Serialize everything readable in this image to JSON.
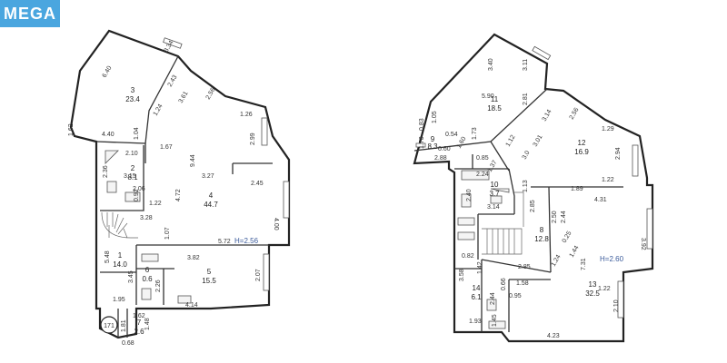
{
  "logo": {
    "text": "MEGA",
    "color": "#4aa6df"
  },
  "left_plan": {
    "rooms": [
      {
        "number": "1",
        "area": "14.0"
      },
      {
        "number": "2",
        "area": "8.1"
      },
      {
        "number": "3",
        "area": "23.4"
      },
      {
        "number": "4",
        "area": "44.7"
      },
      {
        "number": "5",
        "area": "15.5"
      },
      {
        "number": "6",
        "area": "0.6"
      },
      {
        "number": "7",
        "area": "2.6"
      }
    ],
    "height": "H=2.56",
    "marker": "171",
    "dimensions": [
      "6.40",
      "3.34",
      "2.43",
      "3.61",
      "2.56",
      "1.26",
      "2.99",
      "1.62",
      "4.40",
      "1.04",
      "1.24",
      "1.67",
      "9.44",
      "3.27",
      "2.10",
      "2.36",
      "3.15",
      "2.06",
      "0.92",
      "1.22",
      "3.28",
      "4.72",
      "2.45",
      "4.00",
      "1.07",
      "5.72",
      "5.48",
      "3.82",
      "3.45",
      "2.26",
      "2.07",
      "1.95",
      "4.14",
      "1.62",
      "1.81",
      "1.48",
      "0.68"
    ]
  },
  "right_plan": {
    "rooms": [
      {
        "number": "8",
        "area": "12.8"
      },
      {
        "number": "9",
        "area": "8.3"
      },
      {
        "number": "10",
        "area": "3.7"
      },
      {
        "number": "11",
        "area": "18.5"
      },
      {
        "number": "12",
        "area": "16.9"
      },
      {
        "number": "13",
        "area": "32.5"
      },
      {
        "number": "14",
        "area": "6.1"
      }
    ],
    "height": "H=2.60",
    "dimensions": [
      "3.40",
      "3.11",
      "5.90",
      "2.81",
      "2.56",
      "3.14",
      "1.29",
      "2.94",
      "0.83",
      "1.05",
      "0.54",
      "1.73",
      "1.12",
      "3.01",
      "3.0",
      "1.70",
      "0.60",
      "1.60",
      "2.88",
      "0.85",
      "2.24",
      "1.37",
      "1.22",
      "1.89",
      "4.31",
      "2.40",
      "3.14",
      "1.13",
      "2.85",
      "2.50",
      "2.44",
      "0.25",
      "3.92",
      "0.82",
      "1.42",
      "2.85",
      "1.24",
      "7.31",
      "1.44",
      "3.58",
      "0.66",
      "1.58",
      "1.22",
      "2.44",
      "0.95",
      "2.10",
      "1.93",
      "1.45",
      "4.23"
    ]
  }
}
